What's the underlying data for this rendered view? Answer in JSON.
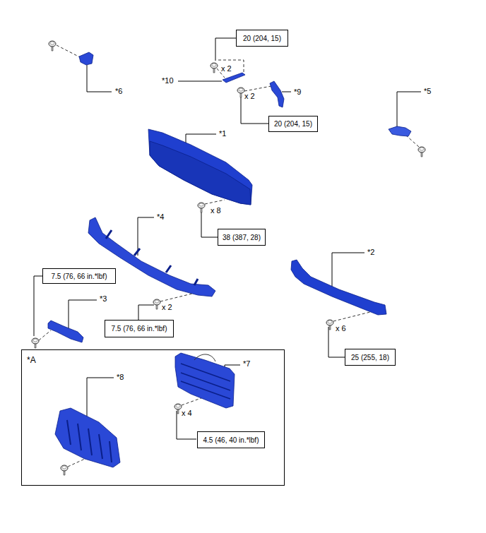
{
  "diagram": {
    "nodes": [
      {
        "text": [
          "20 (204, 15)"
        ]
      },
      {
        "text": [
          "20 (204, 15)"
        ]
      },
      {
        "text": [
          "38 (387, 28)"
        ]
      },
      {
        "text": [
          "7.5 (76, 66 in.*lbf)"
        ]
      },
      {
        "text": [
          "7.5 (76, 66 in.*lbf)"
        ]
      },
      {
        "text": [
          "25 (255, 18)"
        ]
      },
      {
        "text": [
          "*A"
        ]
      },
      {
        "text": [
          "4.5 (46, 40 in.*lbf)"
        ],
        "in": 6
      }
    ],
    "labels": [
      "*6",
      "*10",
      "x 2",
      "*9",
      "x 2",
      "*5",
      "*1",
      "x 8",
      "*4",
      "*2",
      "*3",
      "x 2",
      "x 6",
      "*8",
      "*7",
      "x 4"
    ]
  }
}
